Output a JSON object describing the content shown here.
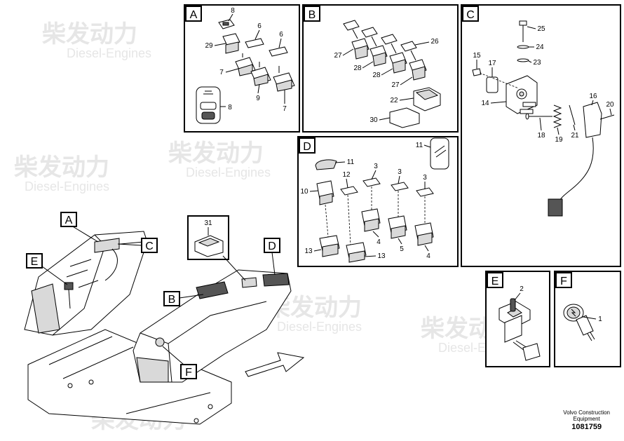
{
  "watermark": {
    "cn": "柴发动力",
    "en": "Diesel-Engines"
  },
  "panels": {
    "A": {
      "letter": "A",
      "callouts": [
        "8",
        "29",
        "6",
        "6",
        "7",
        "9",
        "7",
        "8"
      ]
    },
    "B": {
      "letter": "B",
      "callouts": [
        "27",
        "28",
        "26",
        "28",
        "27",
        "22",
        "30"
      ]
    },
    "C": {
      "letter": "C",
      "callouts": [
        "25",
        "24",
        "23",
        "15",
        "17",
        "14",
        "16",
        "20",
        "18",
        "19",
        "21"
      ]
    },
    "D": {
      "letter": "D",
      "callouts": [
        "11",
        "11",
        "12",
        "3",
        "3",
        "3",
        "10",
        "4",
        "5",
        "4",
        "13",
        "13"
      ]
    },
    "E": {
      "letter": "E",
      "callouts": [
        "2"
      ]
    },
    "F": {
      "letter": "F",
      "callouts": [
        "1"
      ]
    }
  },
  "overview": {
    "tags": [
      "A",
      "C",
      "E",
      "B",
      "D",
      "F"
    ],
    "callout": "31"
  },
  "footer": {
    "brand_line1": "Volvo Construction",
    "brand_line2": "Equipment",
    "doc_number": "1081759"
  }
}
